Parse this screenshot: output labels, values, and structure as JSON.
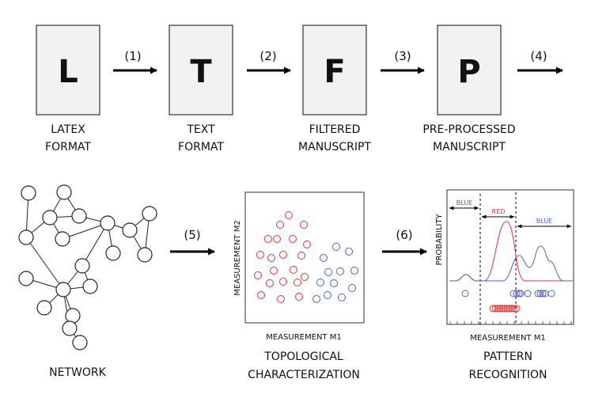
{
  "pipeline": {
    "stages": [
      {
        "letter": "L",
        "caption_line1": "LATEX",
        "caption_line2": "FORMAT"
      },
      {
        "letter": "T",
        "caption_line1": "TEXT",
        "caption_line2": "FORMAT"
      },
      {
        "letter": "F",
        "caption_line1": "FILTERED",
        "caption_line2": "MANUSCRIPT"
      },
      {
        "letter": "P",
        "caption_line1": "PRE-PROCESSED",
        "caption_line2": "MANUSCRIPT"
      }
    ],
    "steps": [
      "(1)",
      "(2)",
      "(3)",
      "(4)",
      "(5)",
      "(6)"
    ]
  },
  "network": {
    "caption": "NETWORK"
  },
  "scatter": {
    "x_label": "MEASUREMENT M1",
    "y_label": "MEASUREMENT M2",
    "caption_line1": "TOPOLOGICAL",
    "caption_line2": "CHARACTERIZATION"
  },
  "pattern": {
    "x_label": "MEASUREMENT M1",
    "y_label": "PROBABILITY",
    "region_labels": [
      "BLUE",
      "RED",
      "BLUE"
    ],
    "caption_line1": "PATTERN",
    "caption_line2": "RECOGNITION"
  },
  "colors": {
    "red": "#e53030",
    "blue": "#4a63c9"
  }
}
